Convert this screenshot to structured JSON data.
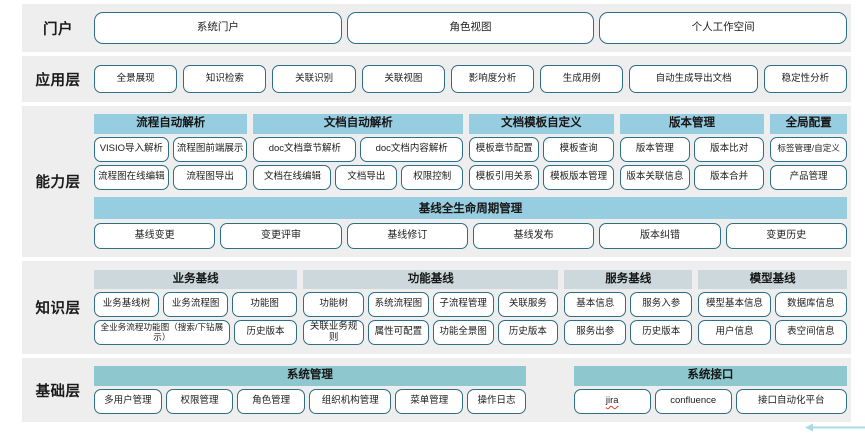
{
  "title": "系统架构分层图",
  "colors": {
    "band_bg": "#eeeeee",
    "pill_border": "#2e6e86",
    "capability_header": "#97cde0",
    "knowledge_header": "#ccd8db",
    "foundation_header": "#8ec8ce"
  },
  "layers": [
    {
      "id": "portal",
      "label": "门户",
      "items": [
        "系统门户",
        "角色视图",
        "个人工作空间"
      ]
    },
    {
      "id": "application",
      "label": "应用层",
      "items": [
        "全景展现",
        "知识检索",
        "关联识别",
        "关联视图",
        "影响度分析",
        "生成用例",
        "自动生成导出文档",
        "稳定性分析"
      ]
    },
    {
      "id": "capability",
      "label": "能力层",
      "groups": [
        {
          "head": "流程自动解析",
          "flex": 1.72,
          "rows": [
            [
              "VISIO导入解析",
              "流程图前端展示"
            ],
            [
              "流程图在线编辑",
              "流程图导出"
            ]
          ]
        },
        {
          "head": "文档自动解析",
          "flex": 2.35,
          "rows": [
            [
              "doc文档章节解析",
              "doc文档内容解析"
            ],
            [
              "文档在线编辑",
              "文档导出",
              "权限控制"
            ]
          ]
        },
        {
          "head": "文档模板自定义",
          "flex": 1.62,
          "rows": [
            [
              "模板章节配置",
              "模板查询"
            ],
            [
              "模板引用关系",
              "模板版本管理"
            ]
          ]
        },
        {
          "head": "版本管理",
          "flex": 1.62,
          "rows": [
            [
              "版本管理",
              "版本比对"
            ],
            [
              "版本关联信息",
              "版本合并"
            ]
          ]
        },
        {
          "head": "全局配置",
          "flex": 0.86,
          "rows": [
            [
              "标签管理/自定义"
            ],
            [
              "产品管理"
            ]
          ]
        }
      ],
      "band": {
        "head": "基线全生命周期管理",
        "items": [
          "基线变更",
          "变更评审",
          "基线修订",
          "基线发布",
          "版本纠错",
          "变更历史"
        ]
      }
    },
    {
      "id": "knowledge",
      "label": "知识层",
      "groups": [
        {
          "head": "业务基线",
          "flex": 2.35,
          "rows": [
            [
              "业务基线树",
              "业务流程图",
              "功能图"
            ],
            [
              "全业务流程功能图（搜索/下钻展示）",
              "历史版本"
            ]
          ]
        },
        {
          "head": "功能基线",
          "flex": 2.95,
          "rows": [
            [
              "功能树",
              "系统流程图",
              "子流程管理",
              "关联服务"
            ],
            [
              "关联业务规则",
              "属性可配置",
              "功能全景图",
              "历史版本"
            ]
          ]
        },
        {
          "head": "服务基线",
          "flex": 1.48,
          "rows": [
            [
              "基本信息",
              "服务入参"
            ],
            [
              "服务出参",
              "历史版本"
            ]
          ]
        },
        {
          "head": "模型基线",
          "flex": 1.72,
          "rows": [
            [
              "模型基本信息",
              "数据库信息"
            ],
            [
              "用户信息",
              "表空间信息"
            ]
          ]
        }
      ]
    },
    {
      "id": "foundation",
      "label": "基础层",
      "groups": [
        {
          "head": "系统管理",
          "flex": 2.45,
          "rows": [
            [
              "多用户管理",
              "权限管理",
              "角色管理",
              "组织机构管理",
              "菜单管理",
              "操作日志"
            ]
          ]
        },
        {
          "head": "系统接口",
          "flex": 1.55,
          "rows": [
            [
              "jira",
              "confluence",
              "接口自动化平台"
            ]
          ]
        }
      ]
    }
  ]
}
